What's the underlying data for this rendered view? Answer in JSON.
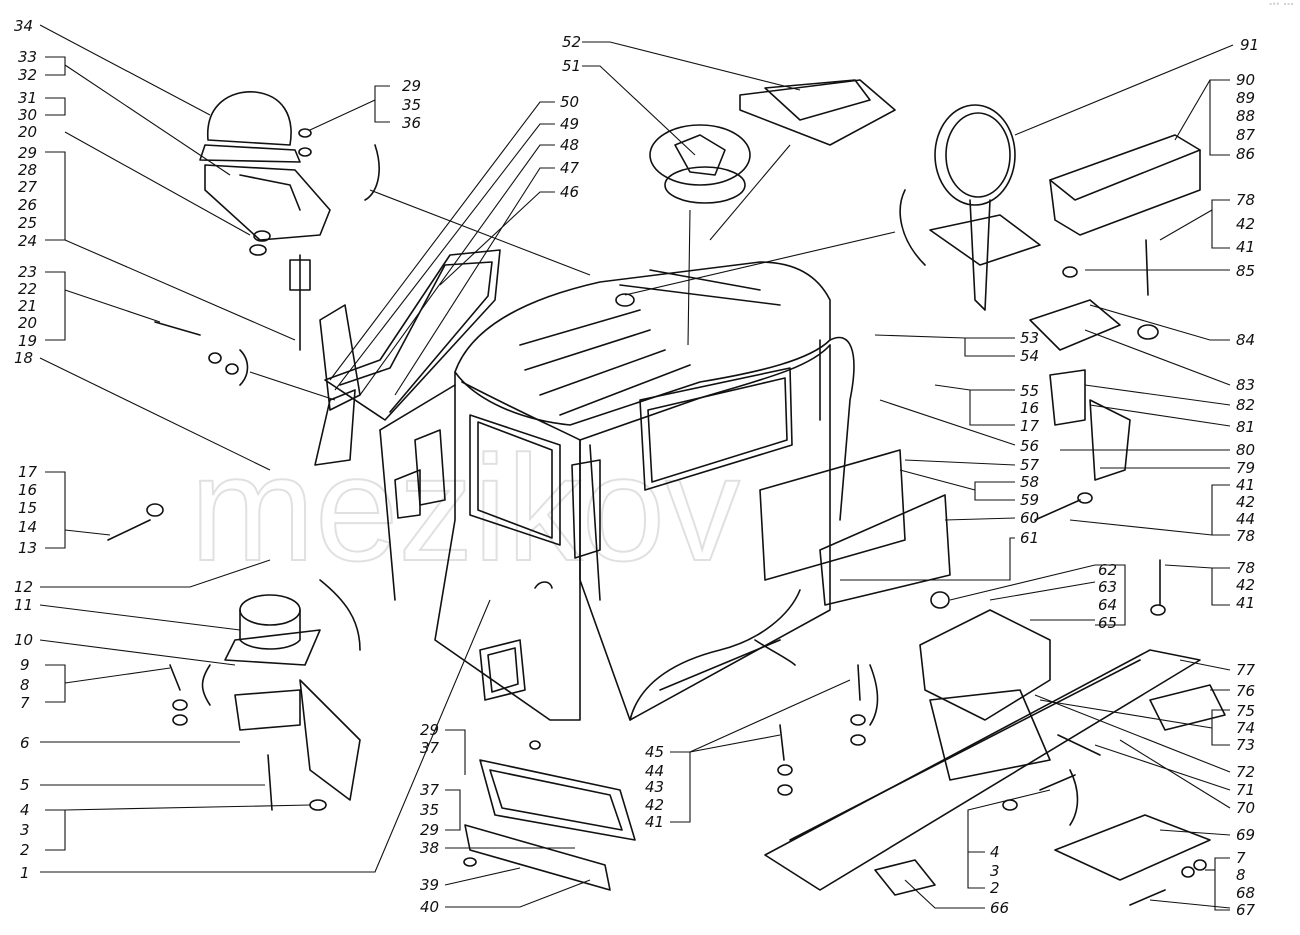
{
  "corner_mark": "ᵒ⁰⁰ ᵒᵒᵒ",
  "watermark": "mezikov",
  "callouts": {
    "left": [
      "34",
      "33",
      "32",
      "31",
      "30",
      "20",
      "29",
      "28",
      "27",
      "26",
      "25",
      "24",
      "23",
      "22",
      "21",
      "20",
      "19",
      "18",
      "17",
      "16",
      "15",
      "14",
      "13",
      "12",
      "11",
      "10",
      "9",
      "8",
      "7",
      "6",
      "5",
      "4",
      "3",
      "2",
      "1"
    ],
    "top_mid": [
      "29",
      "35",
      "36",
      "52",
      "51",
      "50",
      "49",
      "48",
      "47",
      "46"
    ],
    "bottom_mid": [
      "29",
      "37",
      "37",
      "35",
      "29",
      "38",
      "39",
      "40",
      "45",
      "44",
      "43",
      "42",
      "41"
    ],
    "right": [
      "91",
      "90",
      "89",
      "88",
      "87",
      "86",
      "78",
      "42",
      "41",
      "85",
      "84",
      "53",
      "54",
      "83",
      "82",
      "55",
      "16",
      "17",
      "81",
      "56",
      "57",
      "80",
      "79",
      "58",
      "59",
      "41",
      "42",
      "60",
      "44",
      "61",
      "78",
      "62",
      "63",
      "64",
      "65",
      "78",
      "42",
      "41",
      "77",
      "76",
      "75",
      "74",
      "73",
      "72",
      "71",
      "70",
      "4",
      "3",
      "2",
      "69",
      "7",
      "8",
      "68",
      "66",
      "67"
    ]
  }
}
